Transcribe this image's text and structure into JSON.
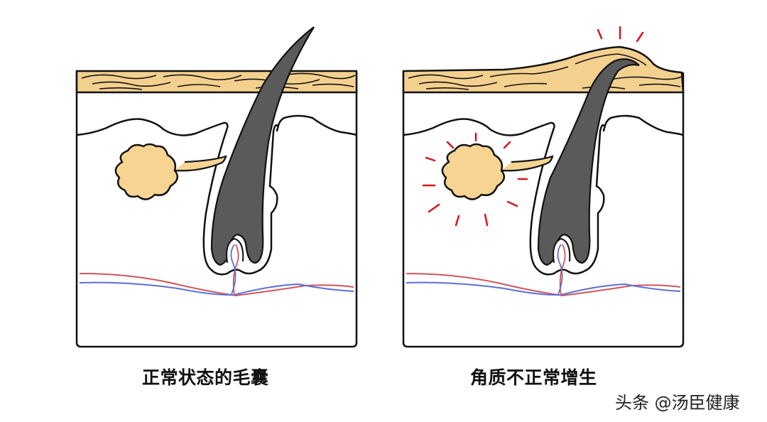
{
  "figure": {
    "panels": [
      {
        "id": "normal",
        "caption": "正常状态的毛囊",
        "inflamed": false
      },
      {
        "id": "hyperkeratosis",
        "caption": "角质不正常增生",
        "inflamed": true
      }
    ],
    "watermark": "头条 @汤臣健康",
    "colors": {
      "skin_layer": "#F4D08F",
      "sebaceous_gland": "#F7D492",
      "hair": "#5A5A5A",
      "artery": "#D0555A",
      "vein": "#5B6FD6",
      "inflammation_marks": "#D8121E",
      "outline": "#111111"
    },
    "labels_meaning": {
      "structures": [
        "stratum corneum",
        "epidermis boundary",
        "hair shaft",
        "hair follicle",
        "sebaceous gland",
        "dermal papilla",
        "blood vessels"
      ]
    }
  }
}
